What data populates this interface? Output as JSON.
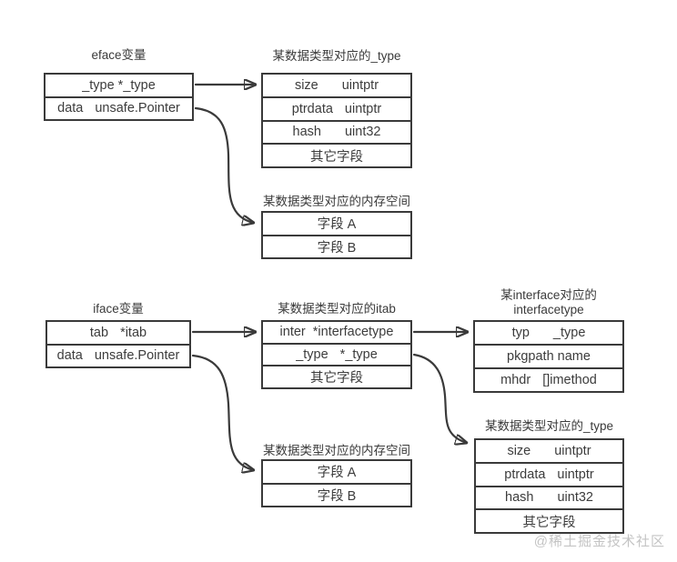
{
  "diagram": {
    "eface": {
      "title": "eface变量",
      "rows": [
        [
          "_type *_type"
        ],
        [
          "data",
          "unsafe.Pointer"
        ]
      ]
    },
    "type1": {
      "title": "某数据类型对应的_type",
      "rows": [
        [
          "size",
          "uintptr"
        ],
        [
          "ptrdata",
          "uintptr"
        ],
        [
          "hash",
          "uint32"
        ],
        [
          "其它字段"
        ]
      ]
    },
    "mem1": {
      "title": "某数据类型对应的内存空间",
      "rows": [
        [
          "字段 A"
        ],
        [
          "字段 B"
        ]
      ]
    },
    "iface": {
      "title": "iface变量",
      "rows": [
        [
          "tab",
          "*itab"
        ],
        [
          "data",
          "unsafe.Pointer"
        ]
      ]
    },
    "itab": {
      "title": "某数据类型对应的itab",
      "rows": [
        [
          "inter",
          "*interfacetype"
        ],
        [
          "_type",
          "*_type"
        ],
        [
          "其它字段"
        ]
      ]
    },
    "interfacetype": {
      "title_line1": "某interface对应的",
      "title_line2": "interfacetype",
      "rows": [
        [
          "typ",
          "_type"
        ],
        [
          "pkgpath name"
        ],
        [
          "mhdr",
          "[]imethod"
        ]
      ]
    },
    "type2": {
      "title": "某数据类型对应的_type",
      "rows": [
        [
          "size",
          "uintptr"
        ],
        [
          "ptrdata",
          "uintptr"
        ],
        [
          "hash",
          "uint32"
        ],
        [
          "其它字段"
        ]
      ]
    },
    "mem2": {
      "title": "某数据类型对应的内存空间",
      "rows": [
        [
          "字段 A"
        ],
        [
          "字段 B"
        ]
      ]
    },
    "watermark": "@稀土掘金技术社区",
    "colors": {
      "line": "#3a3a3a",
      "text": "#3c3c3c",
      "background": "#ffffff",
      "watermark": "#c4c4c4"
    }
  }
}
